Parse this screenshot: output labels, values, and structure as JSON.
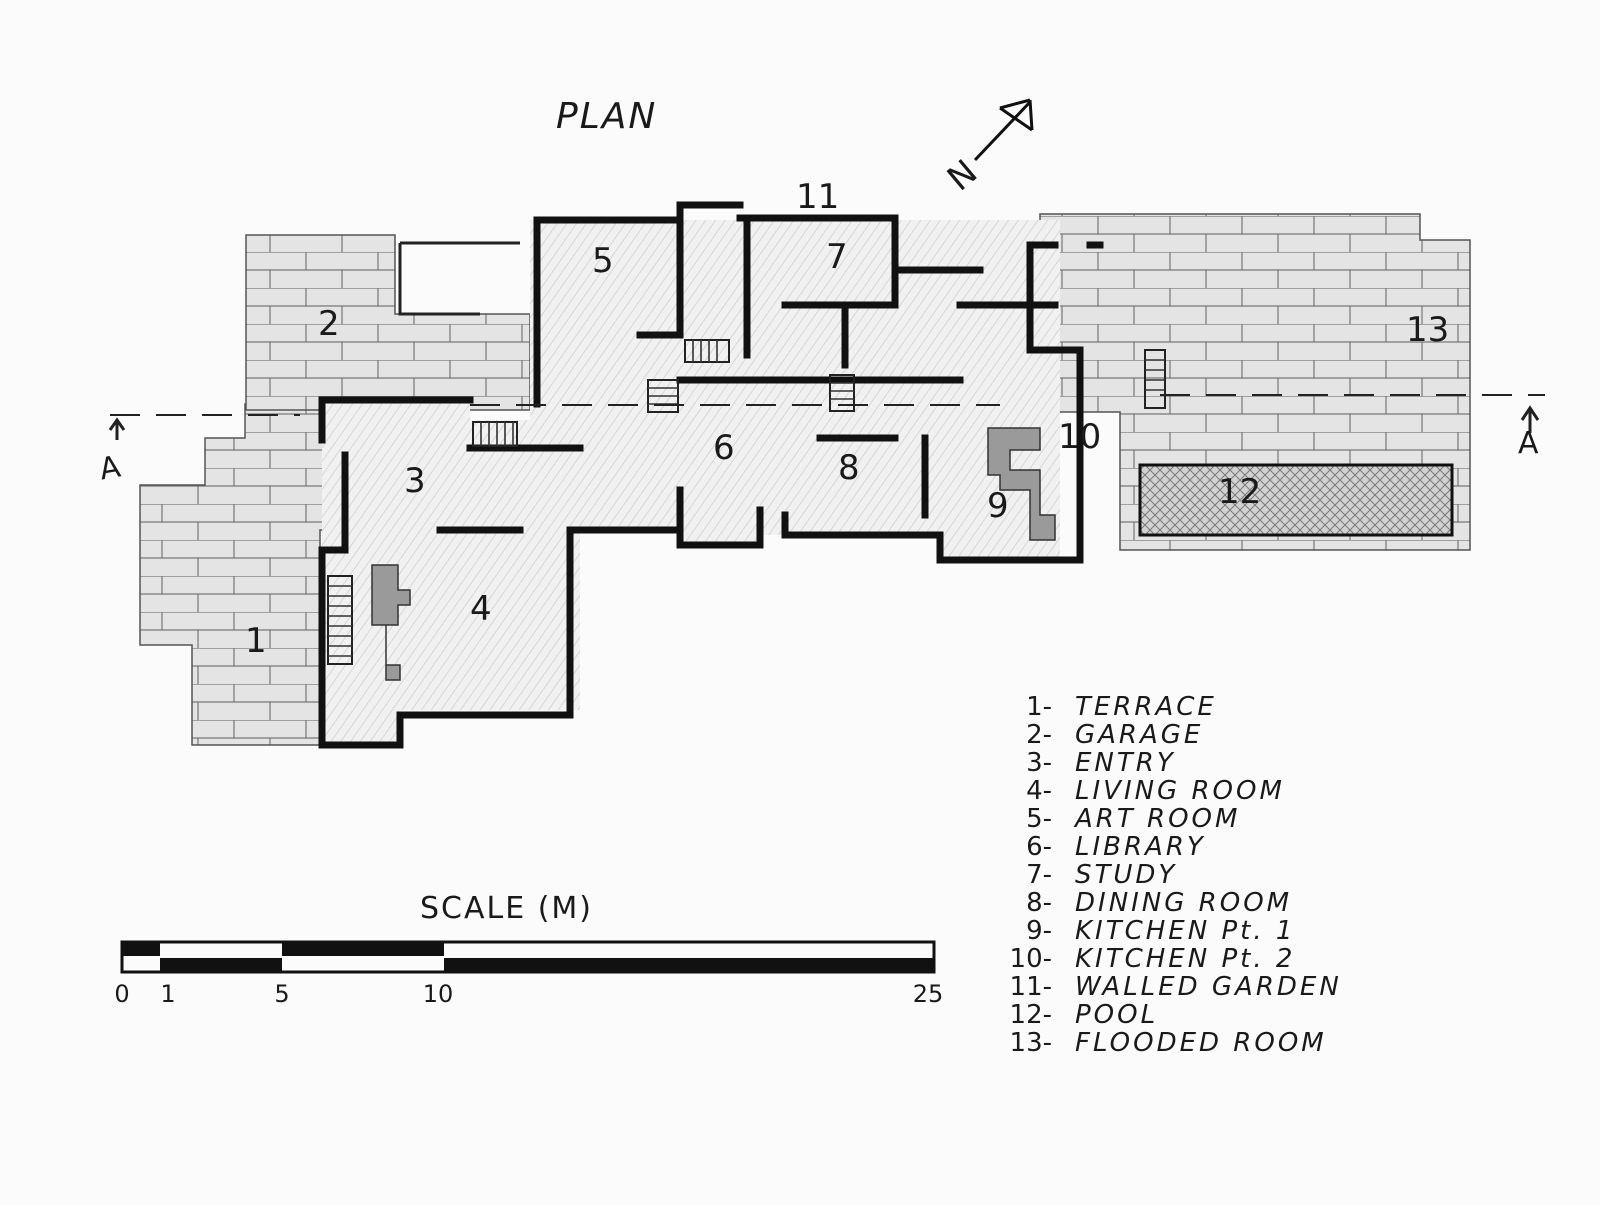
{
  "title": "PLAN",
  "north_label": "N",
  "section_marker": "A",
  "garden_number": "11",
  "rooms": [
    {
      "num": "1"
    },
    {
      "num": "2"
    },
    {
      "num": "3"
    },
    {
      "num": "4"
    },
    {
      "num": "5"
    },
    {
      "num": "6"
    },
    {
      "num": "7"
    },
    {
      "num": "8"
    },
    {
      "num": "9"
    },
    {
      "num": "10"
    },
    {
      "num": "12"
    },
    {
      "num": "13"
    }
  ],
  "legend": [
    {
      "num": "1-",
      "label": "TERRACE"
    },
    {
      "num": "2-",
      "label": "GARAGE"
    },
    {
      "num": "3-",
      "label": "ENTRY"
    },
    {
      "num": "4-",
      "label": "LIVING ROOM"
    },
    {
      "num": "5-",
      "label": "ART ROOM"
    },
    {
      "num": "6-",
      "label": "LIBRARY"
    },
    {
      "num": "7-",
      "label": "STUDY"
    },
    {
      "num": "8-",
      "label": "DINING ROOM"
    },
    {
      "num": "9-",
      "label": "KITCHEN Pt. 1"
    },
    {
      "num": "10-",
      "label": "KITCHEN Pt. 2"
    },
    {
      "num": "11-",
      "label": "WALLED GARDEN"
    },
    {
      "num": "12-",
      "label": "POOL"
    },
    {
      "num": "13-",
      "label": "FLOODED ROOM"
    }
  ],
  "scale": {
    "title": "SCALE (M)",
    "ticks": [
      "0",
      "1",
      "5",
      "10",
      "25"
    ]
  },
  "colors": {
    "ink": "#111111",
    "paper": "#fbfbfb",
    "fill": "#9a9a9a"
  }
}
